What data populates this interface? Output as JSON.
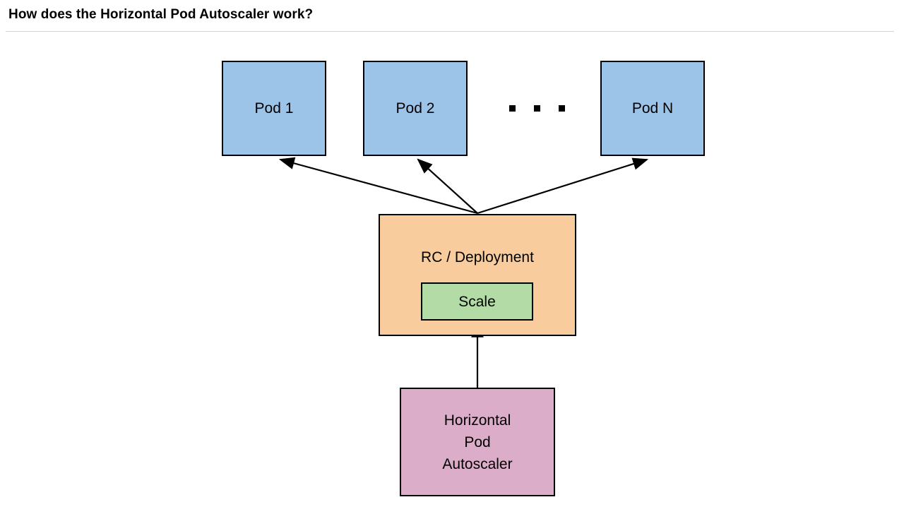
{
  "header": {
    "title": "How does the Horizontal Pod Autoscaler work?"
  },
  "diagram": {
    "type": "flow-diagram",
    "nodes": {
      "pod1": {
        "label": "Pod 1",
        "fill": "#9cc3e8",
        "stroke": "#000000"
      },
      "pod2": {
        "label": "Pod 2",
        "fill": "#9cc3e8",
        "stroke": "#000000"
      },
      "podn": {
        "label": "Pod N",
        "fill": "#9cc3e8",
        "stroke": "#000000"
      },
      "ellipsis": {
        "label": "...",
        "dot_count": 3,
        "color": "#000000"
      },
      "rc": {
        "label": "RC / Deployment",
        "fill": "#f8cc9c",
        "stroke": "#000000"
      },
      "scale": {
        "label": "Scale",
        "fill": "#b2dba5",
        "stroke": "#000000"
      },
      "hpa": {
        "line1": "Horizontal",
        "line2": "Pod",
        "line3": "Autoscaler",
        "fill": "#dcadc9",
        "stroke": "#000000"
      }
    },
    "edges": [
      {
        "from": "rc",
        "to": "pod1",
        "style": "solid",
        "arrowhead": "end"
      },
      {
        "from": "rc",
        "to": "pod2",
        "style": "solid",
        "arrowhead": "end"
      },
      {
        "from": "rc",
        "to": "podn",
        "style": "solid",
        "arrowhead": "end"
      },
      {
        "from": "hpa",
        "to": "scale",
        "style": "solid",
        "arrowhead": "end"
      }
    ]
  }
}
